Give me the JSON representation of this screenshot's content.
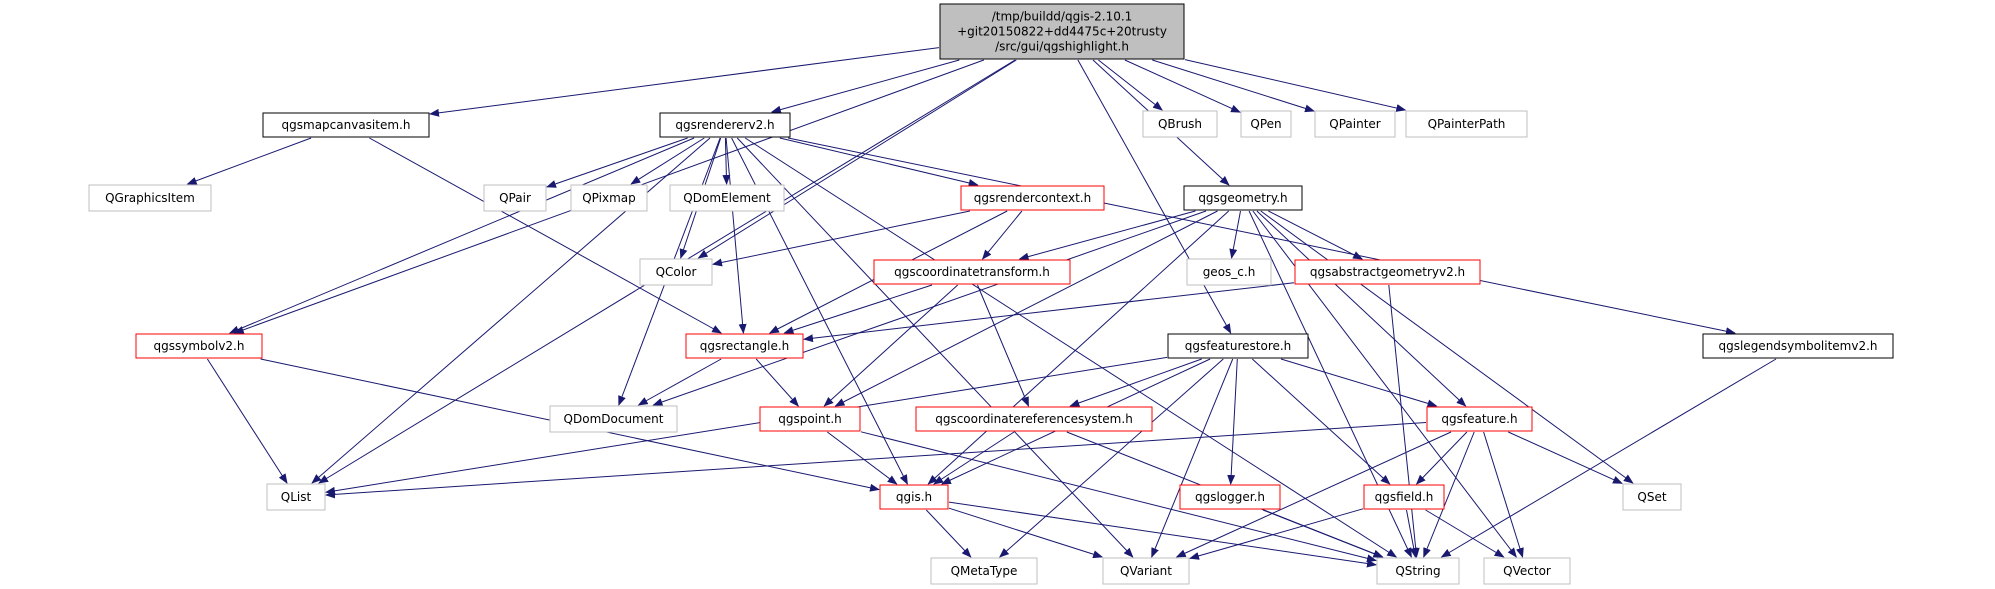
{
  "colors": {
    "edge": "#191970",
    "root_fill": "#bfbfbf",
    "default_border": "#000000",
    "red_border": "#ff0000",
    "grey_border": "#bfbfbf",
    "text": "#000000"
  },
  "nodes": [
    {
      "id": "root",
      "lines": [
        "/tmp/buildd/qgis-2.10.1",
        "+git20150822+dd4475c+20trusty",
        "/src/gui/qgshighlight.h"
      ],
      "style": "root"
    },
    {
      "id": "qgsmapcanvasitem",
      "lines": [
        "qgsmapcanvasitem.h"
      ],
      "style": "default"
    },
    {
      "id": "qgsrendererv2",
      "lines": [
        "qgsrendererv2.h"
      ],
      "style": "default"
    },
    {
      "id": "qbrush",
      "lines": [
        "QBrush"
      ],
      "style": "grey"
    },
    {
      "id": "qpen",
      "lines": [
        "QPen"
      ],
      "style": "grey"
    },
    {
      "id": "qpainter",
      "lines": [
        "QPainter"
      ],
      "style": "grey"
    },
    {
      "id": "qpainterpath",
      "lines": [
        "QPainterPath"
      ],
      "style": "grey"
    },
    {
      "id": "qgraphicsitem",
      "lines": [
        "QGraphicsItem"
      ],
      "style": "grey"
    },
    {
      "id": "qpair",
      "lines": [
        "QPair"
      ],
      "style": "grey"
    },
    {
      "id": "qpixmap",
      "lines": [
        "QPixmap"
      ],
      "style": "grey"
    },
    {
      "id": "qdomelement",
      "lines": [
        "QDomElement"
      ],
      "style": "grey"
    },
    {
      "id": "qgsrendercontext",
      "lines": [
        "qgsrendercontext.h"
      ],
      "style": "red"
    },
    {
      "id": "qgsgeometry",
      "lines": [
        "qgsgeometry.h"
      ],
      "style": "default"
    },
    {
      "id": "qcolor",
      "lines": [
        "QColor"
      ],
      "style": "grey"
    },
    {
      "id": "qgscoordinatetransform",
      "lines": [
        "qgscoordinatetransform.h"
      ],
      "style": "red"
    },
    {
      "id": "geos_c",
      "lines": [
        "geos_c.h"
      ],
      "style": "grey"
    },
    {
      "id": "qgsabstractgeometryv2",
      "lines": [
        "qgsabstractgeometryv2.h"
      ],
      "style": "red"
    },
    {
      "id": "qgssymbolv2",
      "lines": [
        "qgssymbolv2.h"
      ],
      "style": "red"
    },
    {
      "id": "qgsrectangle",
      "lines": [
        "qgsrectangle.h"
      ],
      "style": "red"
    },
    {
      "id": "qgsfeaturestore",
      "lines": [
        "qgsfeaturestore.h"
      ],
      "style": "default"
    },
    {
      "id": "qgslegendsymbolitemv2",
      "lines": [
        "qgslegendsymbolitemv2.h"
      ],
      "style": "default"
    },
    {
      "id": "qdomdocument",
      "lines": [
        "QDomDocument"
      ],
      "style": "grey"
    },
    {
      "id": "qgspoint",
      "lines": [
        "qgspoint.h"
      ],
      "style": "red"
    },
    {
      "id": "qgscoordinatereferencesystem",
      "lines": [
        "qgscoordinatereferencesystem.h"
      ],
      "style": "red"
    },
    {
      "id": "qgsfeature",
      "lines": [
        "qgsfeature.h"
      ],
      "style": "red"
    },
    {
      "id": "qlist",
      "lines": [
        "QList"
      ],
      "style": "grey"
    },
    {
      "id": "qgis",
      "lines": [
        "qgis.h"
      ],
      "style": "red"
    },
    {
      "id": "qgslogger",
      "lines": [
        "qgslogger.h"
      ],
      "style": "red"
    },
    {
      "id": "qgsfield",
      "lines": [
        "qgsfield.h"
      ],
      "style": "red"
    },
    {
      "id": "qset",
      "lines": [
        "QSet"
      ],
      "style": "grey"
    },
    {
      "id": "qmetatype",
      "lines": [
        "QMetaType"
      ],
      "style": "grey"
    },
    {
      "id": "qvariant",
      "lines": [
        "QVariant"
      ],
      "style": "grey"
    },
    {
      "id": "qstring",
      "lines": [
        "QString"
      ],
      "style": "grey"
    },
    {
      "id": "qvector",
      "lines": [
        "QVector"
      ],
      "style": "grey"
    }
  ],
  "edges": [
    [
      "root",
      "qgsmapcanvasitem"
    ],
    [
      "root",
      "qgsrendererv2"
    ],
    [
      "root",
      "qbrush"
    ],
    [
      "root",
      "qpen"
    ],
    [
      "root",
      "qpainter"
    ],
    [
      "root",
      "qpainterpath"
    ],
    [
      "root",
      "qgsgeometry"
    ],
    [
      "root",
      "qgsfeaturestore"
    ],
    [
      "root",
      "qgssymbolv2"
    ],
    [
      "root",
      "qlist"
    ],
    [
      "root",
      "qcolor"
    ],
    [
      "qgsmapcanvasitem",
      "qgraphicsitem"
    ],
    [
      "qgsmapcanvasitem",
      "qgsrectangle"
    ],
    [
      "qgsrendererv2",
      "qpair"
    ],
    [
      "qgsrendererv2",
      "qpixmap"
    ],
    [
      "qgsrendererv2",
      "qdomelement"
    ],
    [
      "qgsrendererv2",
      "qgsrendercontext"
    ],
    [
      "qgsrendererv2",
      "qgssymbolv2"
    ],
    [
      "qgsrendererv2",
      "qlist"
    ],
    [
      "qgsrendererv2",
      "qdomdocument"
    ],
    [
      "qgsrendererv2",
      "qgis"
    ],
    [
      "qgsrendererv2",
      "qvariant"
    ],
    [
      "qgsrendererv2",
      "qcolor"
    ],
    [
      "qgsrendererv2",
      "qgsrectangle"
    ],
    [
      "qgsrendererv2",
      "qgslegendsymbolitemv2"
    ],
    [
      "qgsrendererv2",
      "qstring"
    ],
    [
      "qgsrendercontext",
      "qcolor"
    ],
    [
      "qgsrendercontext",
      "qgscoordinatetransform"
    ],
    [
      "qgsrendercontext",
      "qgsrectangle"
    ],
    [
      "qgsgeometry",
      "geos_c"
    ],
    [
      "qgsgeometry",
      "qgsabstractgeometryv2"
    ],
    [
      "qgsgeometry",
      "qgscoordinatetransform"
    ],
    [
      "qgsgeometry",
      "qdomdocument"
    ],
    [
      "qgsgeometry",
      "qgspoint"
    ],
    [
      "qgsgeometry",
      "qgis"
    ],
    [
      "qgsgeometry",
      "qgsfeature"
    ],
    [
      "qgsgeometry",
      "qset"
    ],
    [
      "qgsgeometry",
      "qstring"
    ],
    [
      "qgsgeometry",
      "qvector"
    ],
    [
      "qgscoordinatetransform",
      "qgsrectangle"
    ],
    [
      "qgscoordinatetransform",
      "qgspoint"
    ],
    [
      "qgscoordinatetransform",
      "qgscoordinatereferencesystem"
    ],
    [
      "qgsabstractgeometryv2",
      "qgsrectangle"
    ],
    [
      "qgsabstractgeometryv2",
      "qstring"
    ],
    [
      "qgssymbolv2",
      "qlist"
    ],
    [
      "qgssymbolv2",
      "qgis"
    ],
    [
      "qgsrectangle",
      "qdomdocument"
    ],
    [
      "qgsrectangle",
      "qgspoint"
    ],
    [
      "qgsfeaturestore",
      "qgscoordinatereferencesystem"
    ],
    [
      "qgsfeaturestore",
      "qgsfeature"
    ],
    [
      "qgsfeaturestore",
      "qlist"
    ],
    [
      "qgsfeaturestore",
      "qgis"
    ],
    [
      "qgsfeaturestore",
      "qgslogger"
    ],
    [
      "qgsfeaturestore",
      "qgsfield"
    ],
    [
      "qgsfeaturestore",
      "qmetatype"
    ],
    [
      "qgsfeaturestore",
      "qvariant"
    ],
    [
      "qgslegendsymbolitemv2",
      "qstring"
    ],
    [
      "qgspoint",
      "qgis"
    ],
    [
      "qgspoint",
      "qstring"
    ],
    [
      "qgscoordinatereferencesystem",
      "qgis"
    ],
    [
      "qgscoordinatereferencesystem",
      "qstring"
    ],
    [
      "qgsfeature",
      "qlist"
    ],
    [
      "qgsfeature",
      "qgsfield"
    ],
    [
      "qgsfeature",
      "qset"
    ],
    [
      "qgsfeature",
      "qstring"
    ],
    [
      "qgsfeature",
      "qvector"
    ],
    [
      "qgsfeature",
      "qvariant"
    ],
    [
      "qgis",
      "qmetatype"
    ],
    [
      "qgis",
      "qvariant"
    ],
    [
      "qgis",
      "qstring"
    ],
    [
      "qgslogger",
      "qstring"
    ],
    [
      "qgsfield",
      "qvariant"
    ],
    [
      "qgsfield",
      "qstring"
    ],
    [
      "qgsfield",
      "qvector"
    ]
  ]
}
